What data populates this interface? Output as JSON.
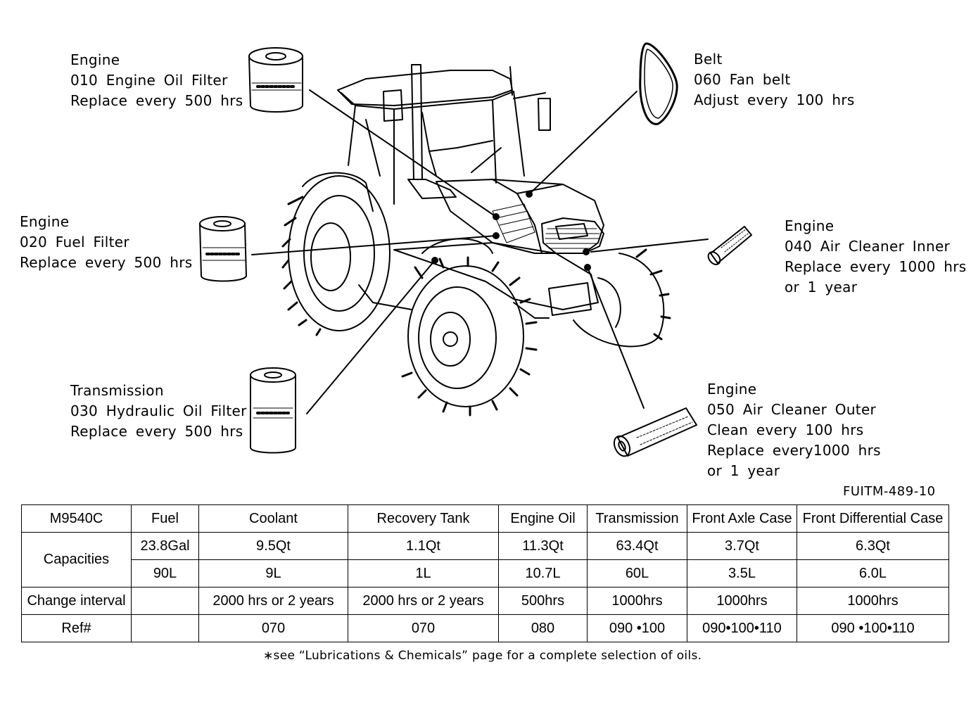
{
  "callouts": {
    "oil_filter": {
      "category": "Engine",
      "part": "010  Engine  Oil  Filter",
      "interval": "Replace  every  500  hrs"
    },
    "fuel_filter": {
      "category": "Engine",
      "part": "020  Fuel  Filter",
      "interval": "Replace  every  500  hrs"
    },
    "hydraulic_filter": {
      "category": "Transmission",
      "part": "030  Hydraulic  Oil  Filter",
      "interval": "Replace  every  500  hrs"
    },
    "fan_belt": {
      "category": "Belt",
      "part": "060  Fan  belt",
      "interval": "Adjust  every  100  hrs"
    },
    "air_inner": {
      "category": "Engine",
      "part": "040  Air  Cleaner  Inner",
      "interval": "Replace  every  1000  hrs",
      "interval2": "or  1  year"
    },
    "air_outer": {
      "category": "Engine",
      "part": "050  Air  Cleaner  Outer",
      "interval": "Clean  every  100  hrs",
      "interval2": "Replace  every1000  hrs",
      "interval3": "or    1  year"
    }
  },
  "figure_ref": "FUITM-489-10",
  "table": {
    "model": "M9540C",
    "headers": [
      "Fuel",
      "Coolant",
      "Recovery Tank",
      "Engine Oil",
      "Transmission",
      "Front Axle Case",
      "Front Differential Case"
    ],
    "capacities_label": "Capacities",
    "capacities_us": [
      "23.8Gal",
      "9.5Qt",
      "1.1Qt",
      "11.3Qt",
      "63.4Qt",
      "3.7Qt",
      "6.3Qt"
    ],
    "capacities_metric": [
      "90L",
      "9L",
      "1L",
      "10.7L",
      "60L",
      "3.5L",
      "6.0L"
    ],
    "change_label": "Change  interval",
    "change": [
      "",
      "2000 hrs or 2 years",
      "2000 hrs or 2 years",
      "500hrs",
      "1000hrs",
      "1000hrs",
      "1000hrs"
    ],
    "ref_label": "Ref#",
    "ref": [
      "",
      "070",
      "070",
      "080",
      "090 •100",
      "090•100•110",
      "090 •100•110"
    ]
  },
  "footnote": "∗see  “Lubrications & Chemicals”  page for a complete selection of oils."
}
